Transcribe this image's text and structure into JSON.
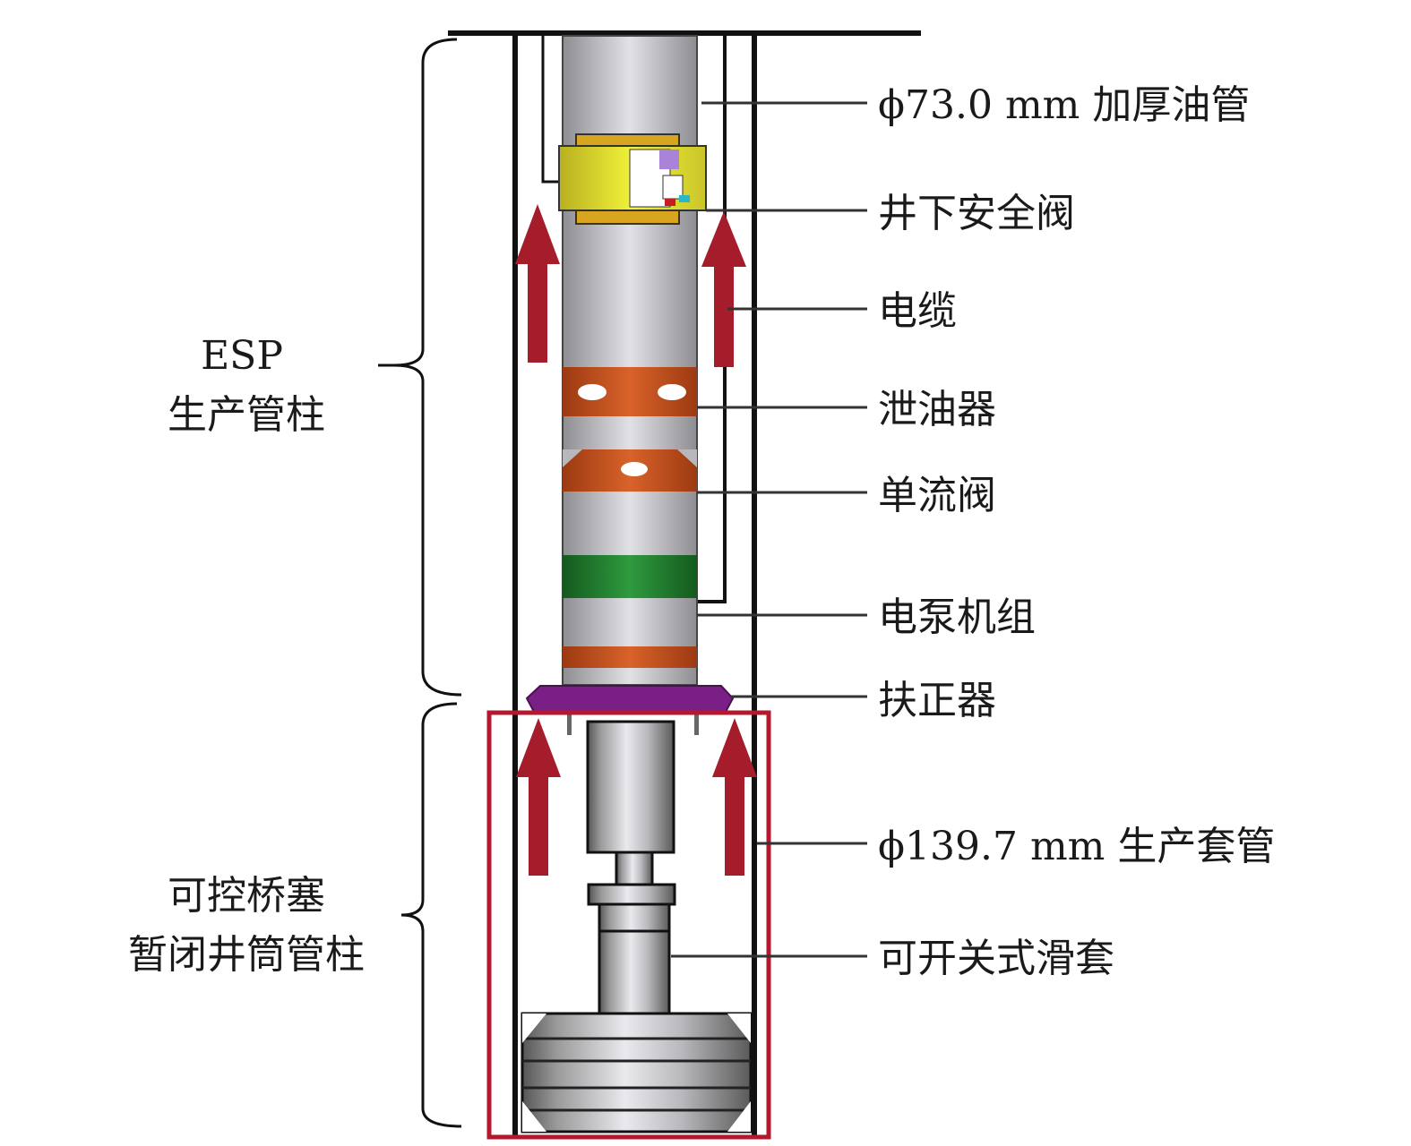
{
  "title": "ESP production string with controllable bridge plug temporary wellbore isolation string",
  "left_labels": {
    "esp_line1": "ESP",
    "esp_line2": "生产管柱",
    "plug_line1": "可控桥塞",
    "plug_line2": "暂闭井筒管柱"
  },
  "right_labels": [
    {
      "text": "ϕ73.0 mm 加厚油管"
    },
    {
      "text": "井下安全阀"
    },
    {
      "text": "电缆"
    },
    {
      "text": "泄油器"
    },
    {
      "text": "单流阀"
    },
    {
      "text": "电泵机组"
    },
    {
      "text": "扶正器"
    },
    {
      "text": "ϕ139.7 mm 生产套管"
    },
    {
      "text": "可开关式滑套"
    }
  ],
  "colors": {
    "arrow": "#a51c2a",
    "highlight_box": "#b5182e",
    "safety_valve": "#e6e62a",
    "drain_valve": "#c9541c",
    "pump": "#1f7a2e",
    "centralizer": "#7a1f86"
  }
}
